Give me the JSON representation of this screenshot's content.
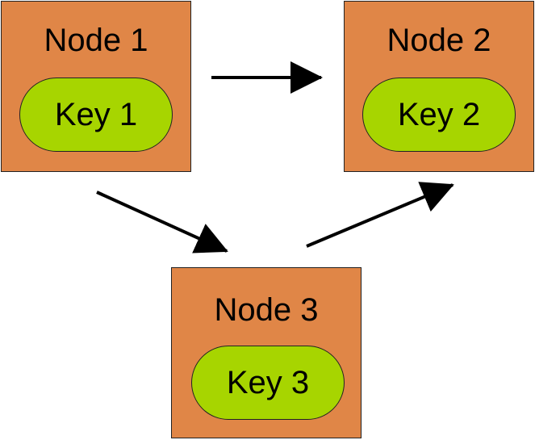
{
  "nodes": [
    {
      "title": "Node 1",
      "key": "Key 1"
    },
    {
      "title": "Node 2",
      "key": "Key 2"
    },
    {
      "title": "Node 3",
      "key": "Key 3"
    }
  ],
  "colors": {
    "node_fill": "#e08647",
    "key_fill": "#a7d500",
    "arrow": "#000000"
  },
  "edges": [
    {
      "from": "Node 1",
      "to": "Node 2"
    },
    {
      "from": "Node 1",
      "to": "Node 3"
    },
    {
      "from": "Node 3",
      "to": "Node 2"
    }
  ]
}
